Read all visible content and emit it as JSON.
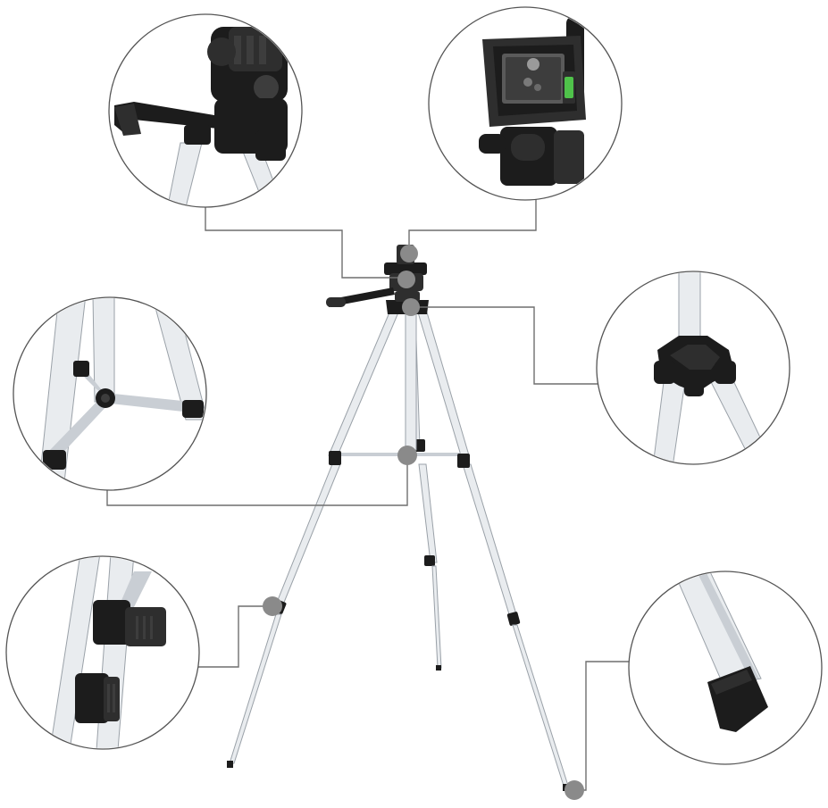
{
  "figure": {
    "subject": "tripod-product-diagram",
    "palette": {
      "background": "#ffffff",
      "leader_line": "#6f6f6f",
      "marker_dot": "#8a8a8a",
      "aluminium": "#e9ecef",
      "black_plastic": "#1c1c1c",
      "bubble_level": "#4fc24a"
    },
    "callouts": [
      {
        "id": "pan-handle-head",
        "icon": "pan-handle-icon"
      },
      {
        "id": "quick-release-plate",
        "icon": "quick-release-plate-icon"
      },
      {
        "id": "leg-hub",
        "icon": "leg-hub-icon"
      },
      {
        "id": "center-brace",
        "icon": "brace-icon"
      },
      {
        "id": "leg-flip-lock",
        "icon": "flip-lock-icon"
      },
      {
        "id": "rubber-foot",
        "icon": "rubber-foot-icon"
      }
    ]
  }
}
